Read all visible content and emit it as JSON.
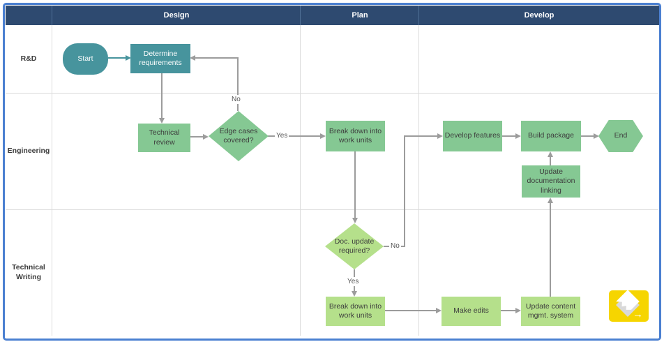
{
  "diagram": {
    "type": "swimlane-flowchart",
    "phases": [
      "Design",
      "Plan",
      "Develop"
    ],
    "lanes": [
      "R&D",
      "Engineering",
      "Technical Writing"
    ],
    "nodes": {
      "start": {
        "label": "Start",
        "shape": "terminator",
        "lane": "R&D",
        "phase": "Design"
      },
      "determine_requirements": {
        "label": "Determine requirements",
        "shape": "process",
        "lane": "R&D",
        "phase": "Design"
      },
      "technical_review": {
        "label": "Technical review",
        "shape": "process",
        "lane": "Engineering",
        "phase": "Design"
      },
      "edge_cases_covered": {
        "label": "Edge cases covered?",
        "shape": "decision",
        "lane": "Engineering",
        "phase": "Design"
      },
      "break_down_work_units_eng": {
        "label": "Break down into work units",
        "shape": "process",
        "lane": "Engineering",
        "phase": "Plan"
      },
      "develop_features": {
        "label": "Develop features",
        "shape": "process",
        "lane": "Engineering",
        "phase": "Develop"
      },
      "build_package": {
        "label": "Build package",
        "shape": "process",
        "lane": "Engineering",
        "phase": "Develop"
      },
      "end": {
        "label": "End",
        "shape": "terminator",
        "lane": "Engineering",
        "phase": "Develop"
      },
      "update_documentation_linking": {
        "label": "Update documentation linking",
        "shape": "process",
        "lane": "Engineering",
        "phase": "Develop"
      },
      "doc_update_required": {
        "label": "Doc. update required?",
        "shape": "decision",
        "lane": "Technical Writing",
        "phase": "Plan"
      },
      "break_down_work_units_tw": {
        "label": "Break down into work units",
        "shape": "process",
        "lane": "Technical Writing",
        "phase": "Plan"
      },
      "make_edits": {
        "label": "Make edits",
        "shape": "process",
        "lane": "Technical Writing",
        "phase": "Develop"
      },
      "update_content_mgmt_system": {
        "label": "Update content mgmt. system",
        "shape": "process",
        "lane": "Technical Writing",
        "phase": "Develop"
      }
    },
    "edges": [
      {
        "from": "start",
        "to": "determine_requirements",
        "label": ""
      },
      {
        "from": "determine_requirements",
        "to": "technical_review",
        "label": ""
      },
      {
        "from": "technical_review",
        "to": "edge_cases_covered",
        "label": ""
      },
      {
        "from": "edge_cases_covered",
        "to": "determine_requirements",
        "label": "No"
      },
      {
        "from": "edge_cases_covered",
        "to": "break_down_work_units_eng",
        "label": "Yes"
      },
      {
        "from": "break_down_work_units_eng",
        "to": "doc_update_required",
        "label": ""
      },
      {
        "from": "doc_update_required",
        "to": "develop_features",
        "label": "No"
      },
      {
        "from": "doc_update_required",
        "to": "break_down_work_units_tw",
        "label": "Yes"
      },
      {
        "from": "break_down_work_units_tw",
        "to": "make_edits",
        "label": ""
      },
      {
        "from": "make_edits",
        "to": "update_content_mgmt_system",
        "label": ""
      },
      {
        "from": "update_content_mgmt_system",
        "to": "update_documentation_linking",
        "label": ""
      },
      {
        "from": "update_documentation_linking",
        "to": "build_package",
        "label": ""
      },
      {
        "from": "develop_features",
        "to": "build_package",
        "label": ""
      },
      {
        "from": "build_package",
        "to": "end",
        "label": ""
      }
    ]
  },
  "colors": {
    "header_bg": "#2e4a70",
    "teal_node": "#47949d",
    "green_node": "#85c893",
    "light_green_node": "#b5e08b",
    "connector_gray": "#9c9c9c",
    "grid_line": "#dcdcdc",
    "frame_blue": "#4b80d1",
    "logo_yellow": "#f6d500"
  }
}
